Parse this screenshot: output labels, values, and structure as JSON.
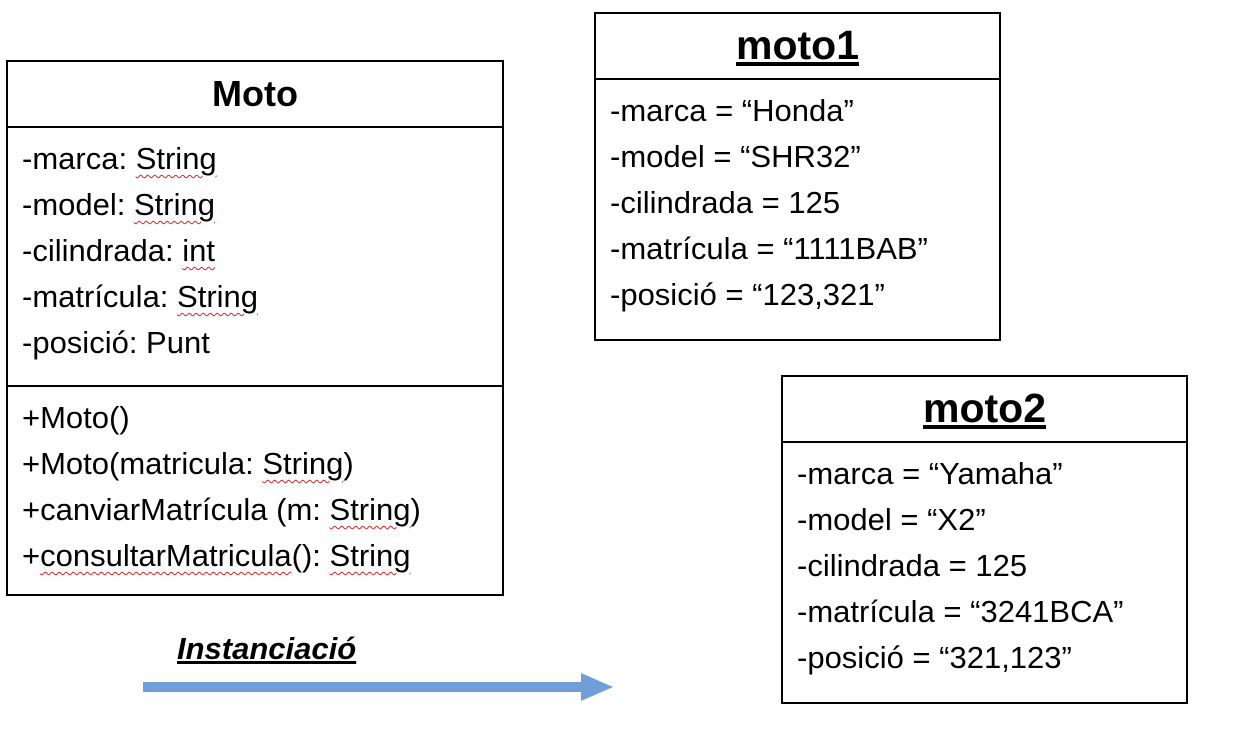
{
  "class_box": {
    "title": "Moto",
    "attributes": [
      {
        "prefix": "-marca: ",
        "type": "String"
      },
      {
        "prefix": "-model: ",
        "type": "String"
      },
      {
        "prefix": "-cilindrada: ",
        "type": "int"
      },
      {
        "prefix": "-matrícula: ",
        "type": "String"
      },
      {
        "prefix": "-posició: ",
        "type": "Punt"
      }
    ],
    "methods": [
      {
        "m1": "+Moto()"
      },
      {
        "pre": "+Moto(matricula: ",
        "type": "String",
        "post": ")"
      },
      {
        "pre": "+canviarMatrícula (m: ",
        "type": "String",
        "post": ")"
      },
      {
        "pre": "+",
        "name": "consultarMatricula",
        "mid": "(): ",
        "type": "String"
      }
    ]
  },
  "object1": {
    "title": "moto1",
    "values": [
      "-marca = “Honda”",
      "-model = “SHR32”",
      "-cilindrada = 125",
      "-matrícula = “1111BAB”",
      "-posició = “123,321”"
    ]
  },
  "object2": {
    "title": "moto2",
    "values": [
      "-marca = “Yamaha”",
      "-model = “X2”",
      "-cilindrada = 125",
      "-matrícula = “3241BCA”",
      "-posició = “321,123”"
    ]
  },
  "instantiation_label": "Instanciació",
  "colors": {
    "arrow": "#6f9fd8",
    "spellcheck": "#d22222",
    "border": "#000000"
  }
}
